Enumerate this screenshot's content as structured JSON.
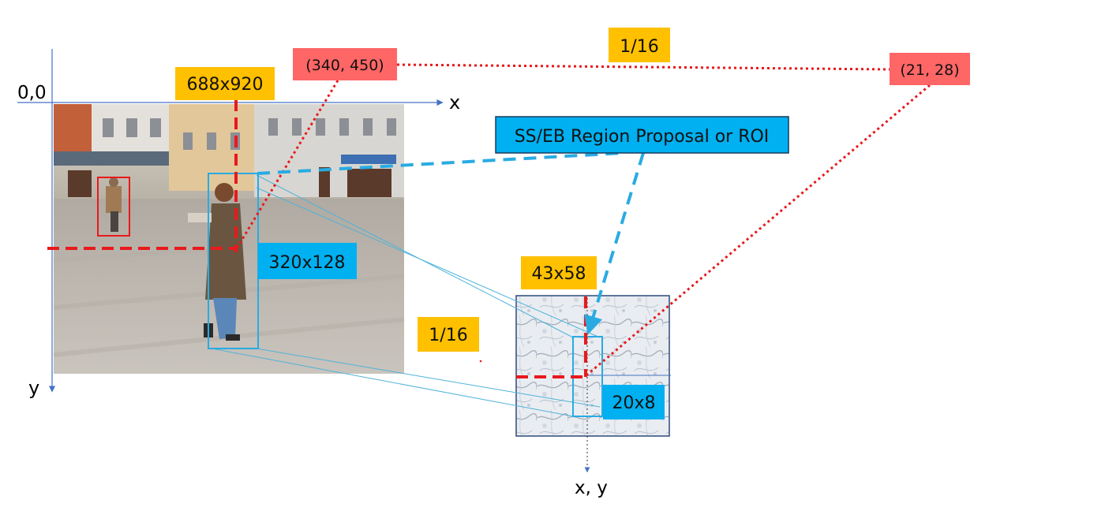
{
  "origin_label": "0,0",
  "x_axis_label": "x",
  "y_axis_label": "y",
  "feature_axis_label": "x, y",
  "image_size_label": "688x920",
  "roi_size_label": "320x128",
  "feature_size_label": "43x58",
  "feature_roi_label": "20x8",
  "scale_top_label": "1/16",
  "scale_mid_label": "1/16",
  "point_image_label": "(340, 450)",
  "point_feature_label": "(21, 28)",
  "proposal_label": "SS/EB Region Proposal or ROI",
  "colors": {
    "yellow": "#ffc000",
    "salmon": "#ff6666",
    "blue": "#00b0f0",
    "red": "#e8191c",
    "axis": "#4472c4",
    "connector": "#5bc0de"
  }
}
